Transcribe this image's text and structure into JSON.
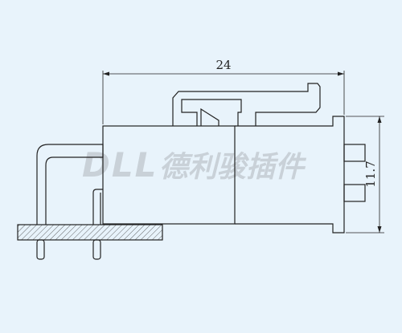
{
  "drawing": {
    "width_dimension": "24",
    "height_dimension": "11.7",
    "watermark": "DLL 德利骏插件",
    "colors": {
      "background": "#e8f3fb",
      "line": "#222222",
      "watermark": "#c4ccd3"
    }
  }
}
